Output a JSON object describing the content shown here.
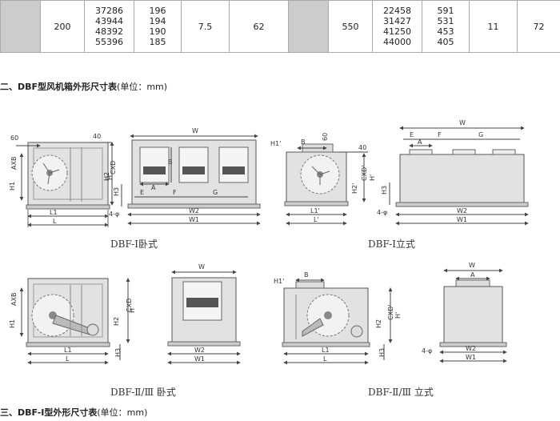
{
  "spec_table": {
    "left": {
      "col_a": "200",
      "values_a": [
        "37286",
        "43944",
        "48392",
        "55396"
      ],
      "values_b": [
        "196",
        "194",
        "190",
        "185"
      ],
      "col_c": "7.5",
      "col_d": "62"
    },
    "right": {
      "col_a": "550",
      "values_a": [
        "22458",
        "31427",
        "41250",
        "44000"
      ],
      "values_b": [
        "591",
        "531",
        "453",
        "405"
      ],
      "col_c": "11",
      "col_d": "72"
    }
  },
  "section_2": {
    "title": "二、DBF型风机箱外形尺寸表",
    "unit": "(单位：mm)"
  },
  "section_3": {
    "title": "三、DBF-Ⅰ型外形尺寸表",
    "unit": "(单位：mm)"
  },
  "captions": {
    "dbf1_horizontal": "DBF-Ⅰ卧式",
    "dbf1_vertical": "DBF-Ⅰ立式",
    "dbf23_horizontal": "DBF-Ⅱ/Ⅲ 卧式",
    "dbf23_vertical": "DBF-Ⅱ/Ⅲ 立式"
  },
  "dim_labels": {
    "w": "W",
    "w1": "W1",
    "w2": "W2",
    "l": "L",
    "l1": "L1",
    "l_p": "L'",
    "l1_p": "L1'",
    "h": "H",
    "h1": "H1",
    "h2": "H2",
    "h3": "H3",
    "h_p": "H'",
    "h2_p": "H2'",
    "h1_p": "H1'",
    "axb": "AXB",
    "cxd": "CXD",
    "cxd_p": "CXD'",
    "a": "A",
    "b": "B",
    "e": "E",
    "f": "F",
    "g": "G",
    "d60": "60",
    "d40": "40",
    "phi": "4-φ"
  }
}
